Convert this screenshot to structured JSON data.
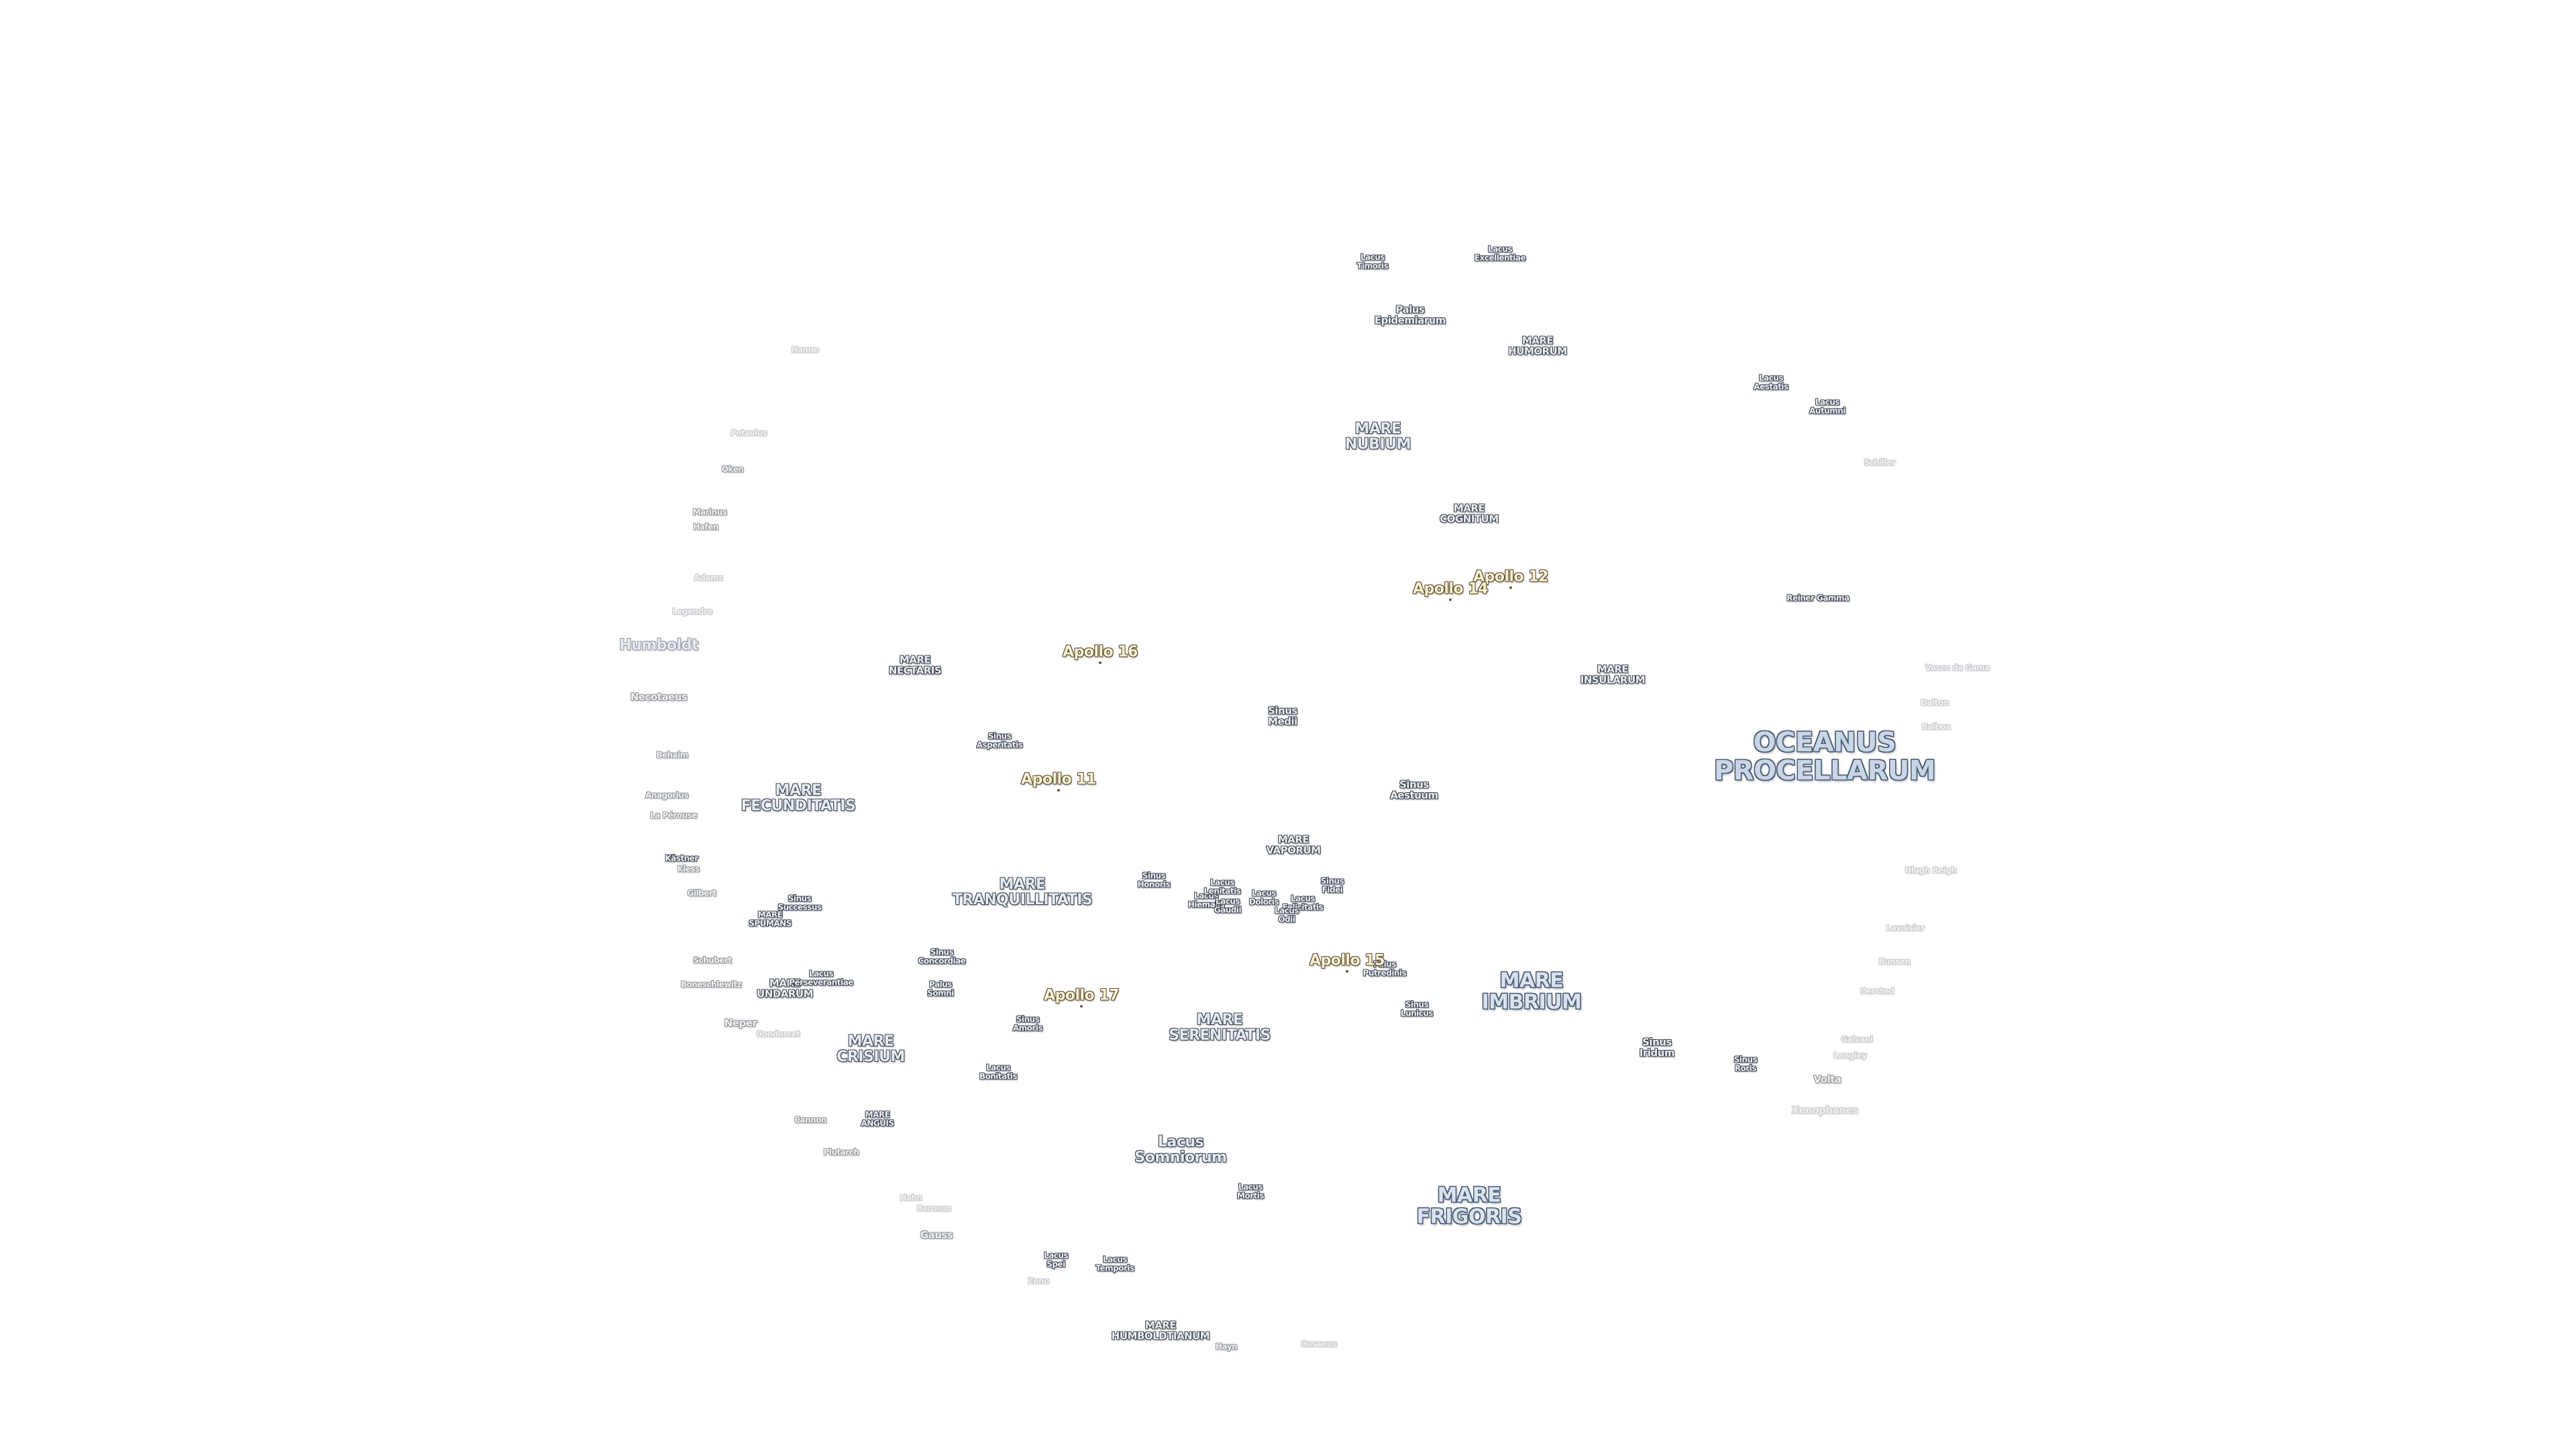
{
  "map": {
    "background": "#ffffff",
    "colors": {
      "mare_fill": "#d9e2ee",
      "mare_outline": "#4b5c78",
      "landing_site_fill": "#fff3d6",
      "landing_site_outline": "#5a4a2a"
    },
    "features": [
      {
        "id": "oceanus-procellarum",
        "text": "OCEANUS\nPROCELLARUM"
      },
      {
        "id": "mare-frigoris",
        "text": "MARE\nFRIGORIS"
      },
      {
        "id": "mare-imbrium",
        "text": "MARE\nIMBRIUM"
      },
      {
        "id": "mare-tranquillitatis",
        "text": "MARE\nTRANQUILLITATIS"
      },
      {
        "id": "mare-fecunditatis",
        "text": "MARE\nFECUNDITATIS"
      },
      {
        "id": "mare-serenitatis",
        "text": "MARE\nSERENITATIS"
      },
      {
        "id": "mare-crisium",
        "text": "MARE\nCRISIUM"
      },
      {
        "id": "mare-nubium",
        "text": "MARE\nNUBIUM"
      },
      {
        "id": "mare-insularum",
        "text": "MARE\nINSULARUM"
      },
      {
        "id": "mare-humorum",
        "text": "MARE\nHUMORUM"
      },
      {
        "id": "mare-cognitum",
        "text": "MARE\nCOGNITUM"
      },
      {
        "id": "mare-nectaris",
        "text": "MARE\nNECTARIS"
      },
      {
        "id": "mare-vaporum",
        "text": "MARE\nVAPORUM"
      },
      {
        "id": "mare-spumans",
        "text": "MARE\nSPUMANS"
      },
      {
        "id": "mare-undarum",
        "text": "MARE\nUNDARUM"
      },
      {
        "id": "mare-anguis",
        "text": "MARE\nANGUIS"
      },
      {
        "id": "mare-humboldtianum",
        "text": "MARE\nHUMBOLDTIANUM"
      },
      {
        "id": "lacus-somniorum",
        "text": "Lacus\nSomniorum"
      },
      {
        "id": "lacus-mortis",
        "text": "Lacus\nMortis"
      },
      {
        "id": "lacus-temporis",
        "text": "Lacus\nTemporis"
      },
      {
        "id": "lacus-spei",
        "text": "Lacus\nSpei"
      },
      {
        "id": "lacus-bonitatis",
        "text": "Lacus\nBonitatis"
      },
      {
        "id": "lacus-timoris",
        "text": "Lacus\nTimoris"
      },
      {
        "id": "lacus-excellentiae",
        "text": "Lacus\nExcellentiae"
      },
      {
        "id": "lacus-aestatis",
        "text": "Lacus\nAestatis"
      },
      {
        "id": "lacus-autumni",
        "text": "Lacus\nAutumni"
      },
      {
        "id": "lacus-perseverantiae",
        "text": "Lacus\nPerseverantiae"
      },
      {
        "id": "lacus-hiemalis",
        "text": "Lacus\nHiemalis"
      },
      {
        "id": "lacus-lenitatis",
        "text": "Lacus\nLenitatis"
      },
      {
        "id": "lacus-gaudii",
        "text": "Lacus\nGaudii"
      },
      {
        "id": "lacus-doloris",
        "text": "Lacus\nDoloris"
      },
      {
        "id": "lacus-felicitatis",
        "text": "Lacus\nFelicitatis"
      },
      {
        "id": "lacus-odii",
        "text": "Lacus\nOdii"
      },
      {
        "id": "sinus-medii",
        "text": "Sinus\nMedii"
      },
      {
        "id": "sinus-aestuum",
        "text": "Sinus\nAestuum"
      },
      {
        "id": "sinus-asperitatis",
        "text": "Sinus\nAsperitatis"
      },
      {
        "id": "sinus-concordiae",
        "text": "Sinus\nConcordiae"
      },
      {
        "id": "sinus-successus",
        "text": "Sinus\nSuccessus"
      },
      {
        "id": "sinus-amoris",
        "text": "Sinus\nAmoris"
      },
      {
        "id": "sinus-lunicus",
        "text": "Sinus\nLunicus"
      },
      {
        "id": "sinus-iridum",
        "text": "Sinus\nIridum"
      },
      {
        "id": "sinus-roris",
        "text": "Sinus\nRoris"
      },
      {
        "id": "sinus-honoris",
        "text": "Sinus\nHonoris"
      },
      {
        "id": "sinus-fidei",
        "text": "Sinus\nFidei"
      },
      {
        "id": "palus-epidemiarum",
        "text": "Palus\nEpidemiarum"
      },
      {
        "id": "palus-putredinis",
        "text": "Palus\nPutredinis"
      },
      {
        "id": "palus-somni",
        "text": "Palus\nSomni"
      },
      {
        "id": "humboldt",
        "text": "Humboldt"
      },
      {
        "id": "neper",
        "text": "Neper"
      },
      {
        "id": "gauss",
        "text": "Gauss"
      },
      {
        "id": "volta",
        "text": "Volta"
      },
      {
        "id": "xenophanes",
        "text": "Xenophanes"
      },
      {
        "id": "necotaeus",
        "text": "Necotaeus"
      },
      {
        "id": "hanno",
        "text": "Hanno"
      },
      {
        "id": "oken",
        "text": "Oken"
      },
      {
        "id": "marinus",
        "text": "Marinus"
      },
      {
        "id": "hafen",
        "text": "Hafen"
      },
      {
        "id": "petavius",
        "text": "Petavius"
      },
      {
        "id": "behaim",
        "text": "Behaim"
      },
      {
        "id": "anagorius",
        "text": "Anagorius"
      },
      {
        "id": "la-perouse",
        "text": "La Pérouse"
      },
      {
        "id": "kastner",
        "text": "Kästner"
      },
      {
        "id": "kiess",
        "text": "Kiess"
      },
      {
        "id": "gilbert",
        "text": "Gilbert"
      },
      {
        "id": "schubert",
        "text": "Schubert"
      },
      {
        "id": "boneschlewitz",
        "text": "Boneschlewitz"
      },
      {
        "id": "condorcet",
        "text": "Condorcet"
      },
      {
        "id": "cannon",
        "text": "Cannon"
      },
      {
        "id": "plutarch",
        "text": "Plutarch"
      },
      {
        "id": "hahn",
        "text": "Hahn"
      },
      {
        "id": "berosus",
        "text": "Berosus"
      },
      {
        "id": "zeno",
        "text": "Zeno"
      },
      {
        "id": "hayn",
        "text": "Hayn"
      },
      {
        "id": "cusanus",
        "text": "Cusanus"
      },
      {
        "id": "schiller",
        "text": "Schiller"
      },
      {
        "id": "reiner-gamma",
        "text": "Reiner Gamma"
      },
      {
        "id": "vasco-da-gama",
        "text": "Vasco da Gama"
      },
      {
        "id": "dalton",
        "text": "Dalton"
      },
      {
        "id": "balboa",
        "text": "Balboa"
      },
      {
        "id": "ulugh-beigh",
        "text": "Ulugh Beigh"
      },
      {
        "id": "lavoisier",
        "text": "Lavoisier"
      },
      {
        "id": "bunsen",
        "text": "Bunsen"
      },
      {
        "id": "oersted",
        "text": "Oersted"
      },
      {
        "id": "galvani",
        "text": "Galvani"
      },
      {
        "id": "langley",
        "text": "Langley"
      },
      {
        "id": "adams",
        "text": "Adams"
      },
      {
        "id": "legendre",
        "text": "Legendre"
      }
    ],
    "landing_sites": [
      {
        "id": "apollo-11",
        "text": "Apollo 11"
      },
      {
        "id": "apollo-12",
        "text": "Apollo 12"
      },
      {
        "id": "apollo-14",
        "text": "Apollo 14"
      },
      {
        "id": "apollo-15",
        "text": "Apollo 15"
      },
      {
        "id": "apollo-16",
        "text": "Apollo 16"
      },
      {
        "id": "apollo-17",
        "text": "Apollo 17"
      }
    ]
  }
}
